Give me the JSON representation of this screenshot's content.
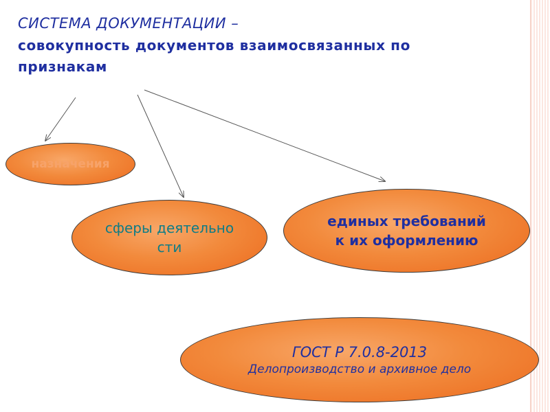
{
  "title": {
    "line1": "СИСТЕМА ДОКУМЕНТАЦИИ –",
    "line2": "совокупность документов взаимосвязанных по",
    "line3": "признакам"
  },
  "nodes": {
    "purpose": "назначения",
    "sphere": "сферы деятельности",
    "unified": "единых требований к их оформлению",
    "gost_code": "ГОСТ Р 7.0.8-2013",
    "gost_name": "Делопроизводство и архивное дело"
  },
  "colors": {
    "title": "#1f2fa0",
    "oval_fill": "#f28a3c",
    "sphere_text": "#0e7c86",
    "purpose_text": "#f7a36a"
  }
}
